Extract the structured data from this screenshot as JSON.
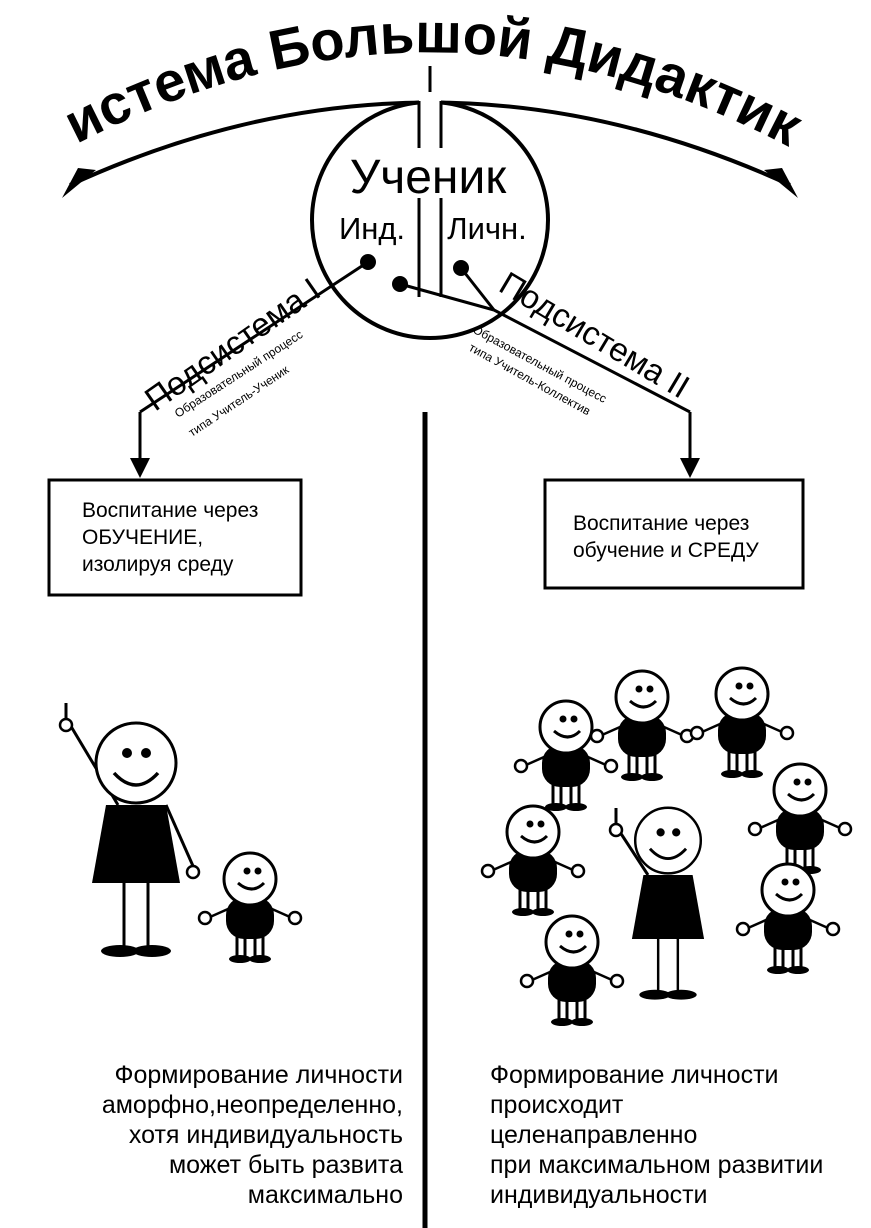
{
  "title": "Система Большой Дидактики",
  "center": {
    "label": "Ученик",
    "left_half": "Инд.",
    "right_half": "Личн."
  },
  "subsystem_1": {
    "name": "Подсистема I",
    "process_line1": "Образовательный процесс",
    "process_line2": "типа Учитель-Ученик",
    "box_lines": [
      "Воспитание через",
      "ОБУЧЕНИЕ,",
      "изолируя среду"
    ],
    "result_lines": [
      "Формирование личности",
      "аморфно,неопределенно,",
      "хотя индивидуальность",
      "может быть развита",
      "максимально"
    ]
  },
  "subsystem_2": {
    "name": "Подсистема II",
    "process_line1": "Образовательный процесс",
    "process_line2": "типа Учитель-Коллектив",
    "box_lines": [
      "Воспитание через",
      "обучение и  СРЕДУ"
    ],
    "result_lines": [
      "Формирование личности",
      "происходит",
      "целенаправленно",
      "при  максимальном развитии",
      "индивидуальности"
    ]
  },
  "icons": [
    "teacher-icon",
    "student-icon"
  ]
}
